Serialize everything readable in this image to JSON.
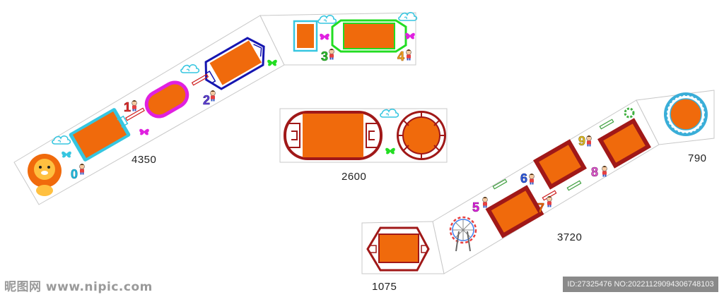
{
  "dimensions": {
    "panel_a": "4350",
    "panel_b": "2600",
    "panel_c": "3720",
    "panel_d": "790",
    "panel_e": "1075"
  },
  "numbers": {
    "n0": "0",
    "n1": "1",
    "n2": "2",
    "n3": "3",
    "n4": "4",
    "n5": "5",
    "n6": "6",
    "n7": "7",
    "n8": "8",
    "n9": "9"
  },
  "watermark": {
    "site": "昵图网 www.nipic.com",
    "id_text": "ID:27325476 NO:20221129094306748103"
  },
  "colors": {
    "fill": "#f06a0c",
    "blue": "#1616b0",
    "cyan": "#36c6e0",
    "magenta": "#e020e0",
    "green": "#22dd22",
    "red": "#a01818",
    "teal": "#3aaed8"
  }
}
